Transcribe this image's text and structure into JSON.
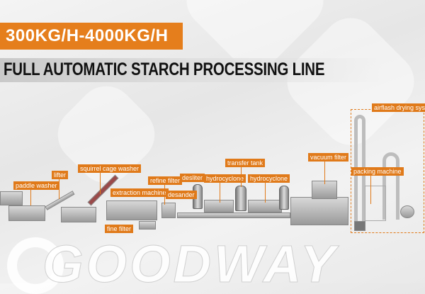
{
  "header": {
    "capacity": "300KG/H-4000KG/H",
    "title": "FULL AUTOMATIC STARCH PROCESSING LINE"
  },
  "labels": {
    "paddle_washer": "paddle washer",
    "lifter": "lifter",
    "squirrel_cage_washer": "squirrel cage washer",
    "extraction_machine": "extraction machine",
    "refine_filter": "refine filter",
    "desliter": "desliter",
    "desander": "desander",
    "fine_filter": "fine filter",
    "hydrocyclone_1": "hydrocyclone",
    "transfer_tank": "transfer tank",
    "hydrocyclone_2": "hydrocyclone",
    "vacuum_filter": "vacuum filter",
    "packing_machine": "packing machine",
    "airflash_drying_system": "airflash drying system"
  },
  "watermark": "GOODWAY",
  "colors": {
    "accent": "#e57e1c",
    "title": "#111111"
  }
}
